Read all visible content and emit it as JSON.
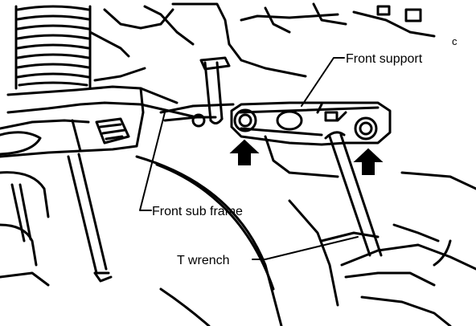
{
  "diagram": {
    "labels": {
      "front_support": "Front support",
      "front_sub_frame": "Front sub frame",
      "t_wrench": "T wrench"
    },
    "corner_mark": "c",
    "colors": {
      "ink": "#000000",
      "paper": "#ffffff"
    }
  }
}
